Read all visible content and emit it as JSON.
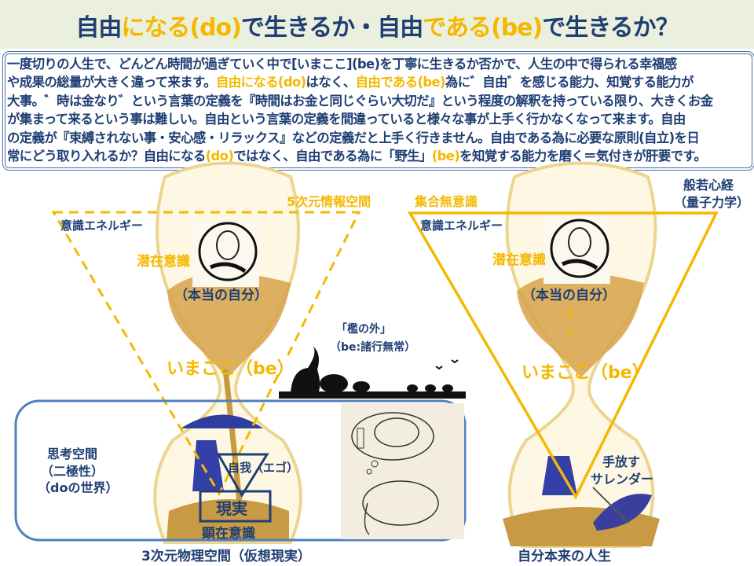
{
  "header": {
    "title_parts": [
      {
        "text": "自由",
        "hl": false
      },
      {
        "text": "になる(do)",
        "hl": true
      },
      {
        "text": "で生きるか・自由",
        "hl": false
      },
      {
        "text": "である(be)",
        "hl": true
      },
      {
        "text": "で生きるか？",
        "hl": false
      }
    ]
  },
  "paragraph": {
    "lines": [
      [
        {
          "text": "一度切りの人生で、どんどん時間が過ぎていく中で[いまここ](be)を丁寧に生きるか否かで、人生の中で得られる幸福感",
          "hl": false
        }
      ],
      [
        {
          "text": "や成果の総量が大きく違って来ます。",
          "hl": false
        },
        {
          "text": "自由になる(do)",
          "hl": true
        },
        {
          "text": "はなく、",
          "hl": false
        },
        {
          "text": "自由である(be)",
          "hl": true
        },
        {
          "text": "為に゛自由゛を感じる能力、知覚する能力が",
          "hl": false
        }
      ],
      [
        {
          "text": "大事。゛時は金なり゛という言葉の定義を『時間はお金と同じぐらい大切だ』という程度の解釈を持っている限り、大きくお金",
          "hl": false
        }
      ],
      [
        {
          "text": "が集まって来るという事は難しい。自由という言葉の定義を間違っていると様々な事が上手く行かなくなって来ます。自由",
          "hl": false
        }
      ],
      [
        {
          "text": "の定義が『束縛されない事・安心感・リラックス』などの定義だと上手く行きません。自由である為に必要な原則(自立)を日",
          "hl": false
        }
      ],
      [
        {
          "text": "常にどう取り入れるか？自由になる",
          "hl": false
        },
        {
          "text": "(do)",
          "hl": true
        },
        {
          "text": "ではなく、自由である為に「野生」",
          "hl": false
        },
        {
          "text": "(be)",
          "hl": true
        },
        {
          "text": "を知覚する能力を磨く＝気付きが肝要です。",
          "hl": false
        }
      ]
    ]
  },
  "left": {
    "space_5d": "5次元情報空間",
    "energy": "意識エネルギー",
    "subconscious": "潜在意識",
    "true_self": "（本当の自分）",
    "imakoko": "いまここ（be）",
    "thinking_space": "思考空間",
    "duality": "（二極性）",
    "do_world": "（doの世界）",
    "ego": "自我（エゴ）",
    "reality": "現実",
    "conscious": "顕在意識",
    "space_3d": "3次元物理空間（仮想現実）"
  },
  "middle": {
    "outside_cage": "「檻の外」",
    "be_impermanence": "（be:諸行無常）"
  },
  "right": {
    "collective": "集合無意識",
    "heart_sutra": "般若心経",
    "quantum": "（量子力学）",
    "energy": "意識エネルギー",
    "subconscious": "潜在意識",
    "true_self": "（本当の自分）",
    "arrow": "↓",
    "imakoko": "いまここ（be）",
    "let_go": "手放す",
    "surrender": "サレンダー",
    "own_life": "自分本来の人生"
  },
  "colors": {
    "navy": "#1f3f74",
    "orange": "#f5b800",
    "frame": "#4f81bd",
    "header_bg": "#ebf0de"
  }
}
